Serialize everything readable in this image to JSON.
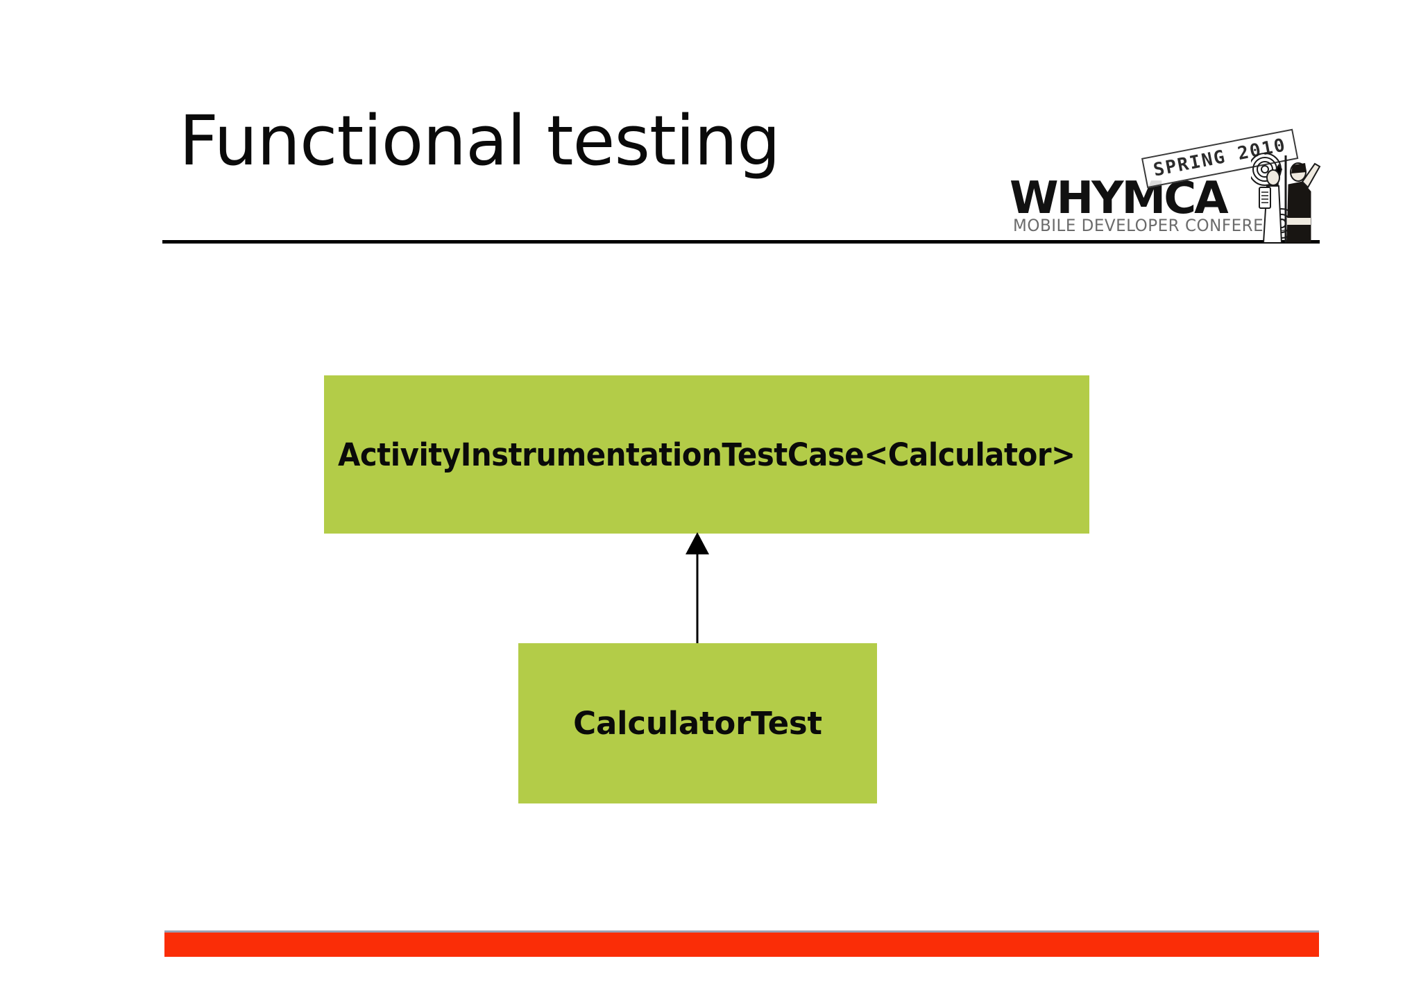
{
  "slide": {
    "title": "Functional testing",
    "background_color": "#ffffff",
    "rule_color": "#000000"
  },
  "logo": {
    "wordmark": "WHYMCA",
    "tagline": "MOBILE DEVELOPER CONFERENCE",
    "stamp": "SPRING 2010",
    "art_description": "two-people-with-mobile-phone-illustration",
    "wordmark_color": "#111111",
    "tagline_color": "#6b6b6b"
  },
  "diagram": {
    "type": "uml-class-inheritance",
    "box_fill_color": "#b3cc48",
    "text_color": "#0a0a0a",
    "arrow_color": "#000000",
    "boxes": [
      {
        "id": "superclass",
        "label": "ActivityInstrumentationTestCase<Calculator>",
        "role": "superclass"
      },
      {
        "id": "subclass",
        "label": "CalculatorTest",
        "role": "subclass"
      }
    ],
    "edges": [
      {
        "from": "subclass",
        "to": "superclass",
        "style": "solid-line-with-filled-arrowhead",
        "direction": "up"
      }
    ]
  },
  "footer": {
    "bar_color": "#fa2d07",
    "bar_top_edge_color": "#9ba0b5"
  }
}
